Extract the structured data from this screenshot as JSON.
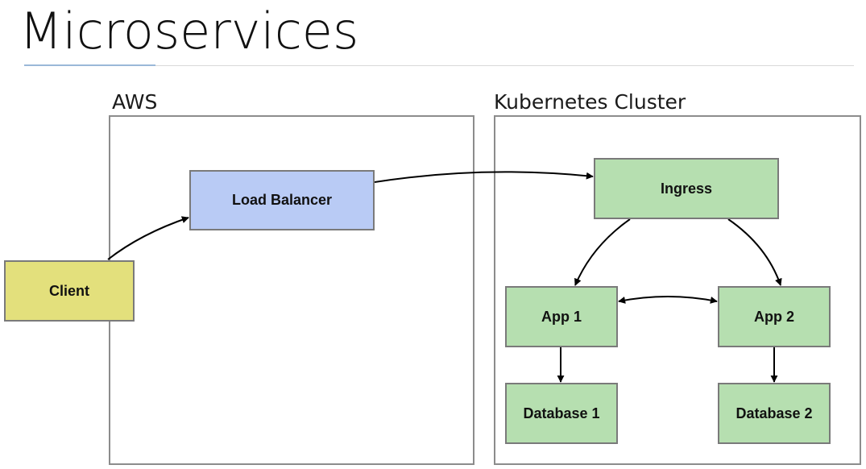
{
  "title": "Microservices",
  "regions": {
    "aws": {
      "label": "AWS"
    },
    "k8s": {
      "label": "Kubernetes Cluster"
    }
  },
  "nodes": {
    "client": {
      "label": "Client",
      "color": "#e3e07c"
    },
    "load_balancer": {
      "label": "Load Balancer",
      "color": "#b9cbf5"
    },
    "ingress": {
      "label": "Ingress",
      "color": "#b6dfb0"
    },
    "app1": {
      "label": "App 1",
      "color": "#b6dfb0"
    },
    "app2": {
      "label": "App 2",
      "color": "#b6dfb0"
    },
    "db1": {
      "label": "Database 1",
      "color": "#b6dfb0"
    },
    "db2": {
      "label": "Database 2",
      "color": "#b6dfb0"
    }
  },
  "edges": [
    {
      "from": "client",
      "to": "load_balancer",
      "direction": "forward"
    },
    {
      "from": "load_balancer",
      "to": "ingress",
      "direction": "forward"
    },
    {
      "from": "ingress",
      "to": "app1",
      "direction": "forward"
    },
    {
      "from": "ingress",
      "to": "app2",
      "direction": "forward"
    },
    {
      "from": "app1",
      "to": "app2",
      "direction": "both"
    },
    {
      "from": "app1",
      "to": "db1",
      "direction": "forward"
    },
    {
      "from": "app2",
      "to": "db2",
      "direction": "forward"
    }
  ]
}
